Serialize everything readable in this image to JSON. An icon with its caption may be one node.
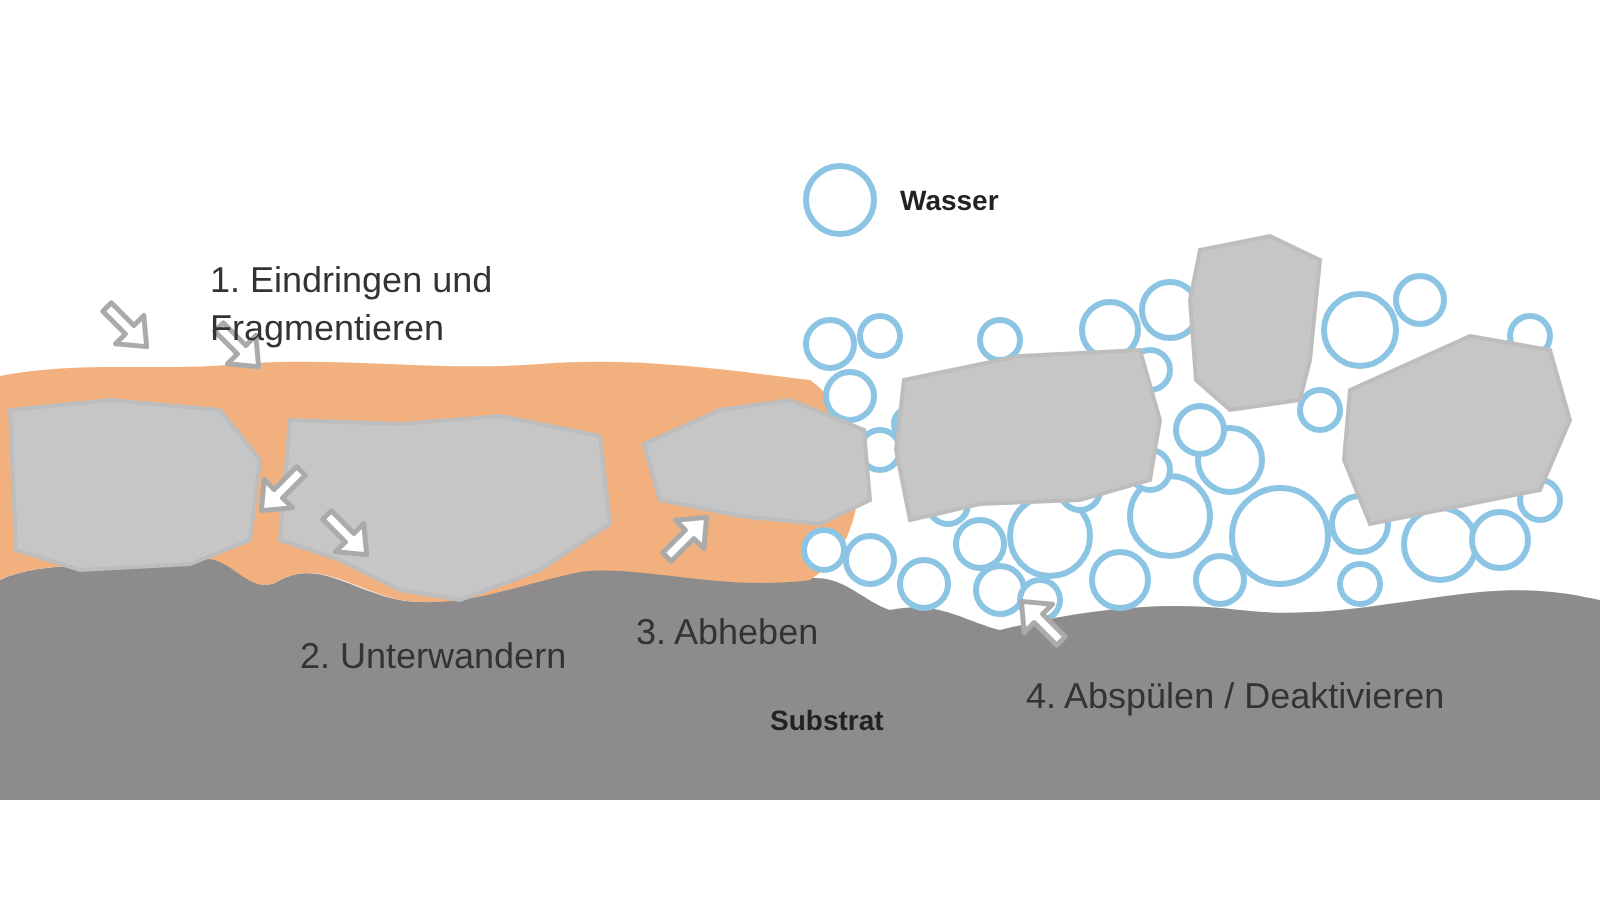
{
  "diagram": {
    "labels": [
      "1. Eindringen und Fragmentieren",
      "2. Unterwandern",
      "3. Abheben",
      "4. Abspülen / Deaktivieren",
      "Substrat"
    ],
    "legend": [
      {
        "text": "Wasser"
      }
    ]
  }
}
